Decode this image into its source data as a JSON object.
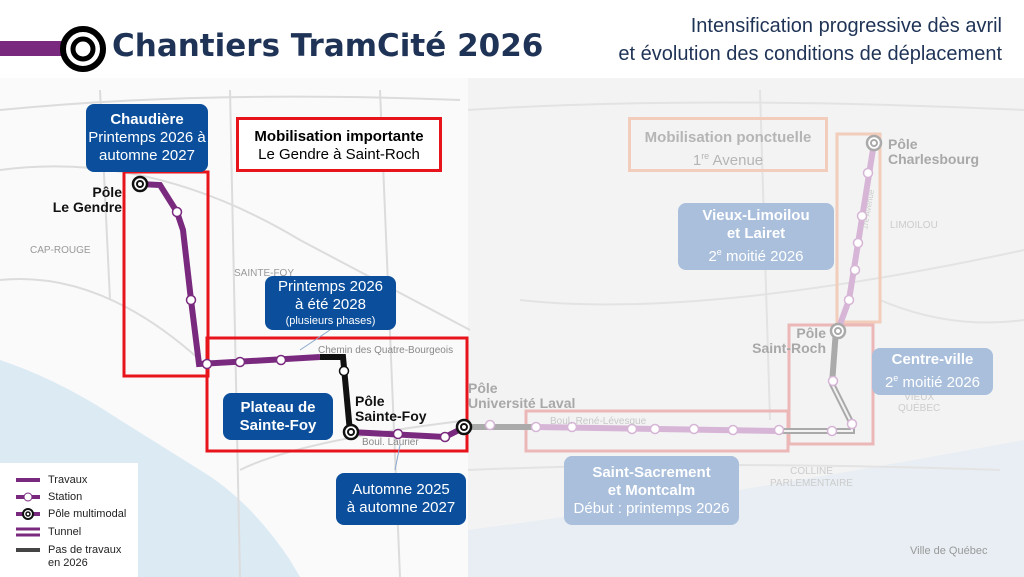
{
  "header": {
    "title": "Chantiers TramCité 2026",
    "subtitle_line1": "Intensification progressive dès avril",
    "subtitle_line2": "et évolution des conditions de déplacement"
  },
  "colors": {
    "travaux": "#7a2a7e",
    "no_work": "#111111",
    "blue_box": "#0b4f9c",
    "red_zone": "#e8141b",
    "faded_box": "#a9bfdc",
    "title": "#1f3356"
  },
  "mobilisation_importante": {
    "title": "Mobilisation importante",
    "subtitle": "Le Gendre à Saint-Roch"
  },
  "mobilisation_ponctuelle": {
    "title": "Mobilisation ponctuelle",
    "subtitle_num": "1",
    "subtitle_sup": "re",
    "subtitle_rest": " Avenue"
  },
  "boxes": {
    "chaudiere": {
      "title": "Chaudière",
      "line2": "Printemps 2026 à",
      "line3": "automne 2027"
    },
    "ete2028": {
      "line1": "Printemps 2026",
      "line2": "à été 2028",
      "line3": "(plusieurs phases)"
    },
    "plateau": {
      "line1": "Plateau de",
      "line2": "Sainte-Foy"
    },
    "automne2025": {
      "line1": "Automne 2025",
      "line2": "à automne 2027"
    },
    "limoilou": {
      "line1": "Vieux-Limoilou",
      "line2": "et Lairet",
      "num": "2",
      "sup": "e",
      "rest": " moitié 2026"
    },
    "centreville": {
      "line1": "Centre-ville",
      "num": "2",
      "sup": "e",
      "rest": " moitié 2026"
    },
    "saintsacrement": {
      "line1": "Saint-Sacrement",
      "line2": "et Montcalm",
      "line3": "Début : printemps 2026"
    }
  },
  "poles": {
    "legendre": [
      "Pôle",
      "Le Gendre"
    ],
    "saintefoy": [
      "Pôle",
      "Sainte-Foy"
    ],
    "universite": [
      "Pôle",
      "Université Laval"
    ],
    "saintroch": [
      "Pôle",
      "Saint-Roch"
    ],
    "charlesbourg": [
      "Pôle",
      "Charlesbourg"
    ]
  },
  "districts": {
    "caprouge": "CAP-ROUGE",
    "saintefoy": "SAINTE-FOY",
    "limoilou": "LIMOILOU",
    "vieuxquebec": [
      "VIEUX",
      "QUÉBEC"
    ],
    "colline": [
      "COLLINE",
      "PARLEMENTAIRE"
    ],
    "ville": "Ville de Québec"
  },
  "roads": {
    "quatre_bourgeois": "Chemin des Quatre-Bourgeois",
    "laurier": "Boul. Laurier",
    "levesque": "Boul. René-Lévesque",
    "avenue1": "1re Avenue"
  },
  "legend": [
    {
      "icon": "travaux-line",
      "label": "Travaux"
    },
    {
      "icon": "station-icon",
      "label": "Station"
    },
    {
      "icon": "pole-multimodal-icon",
      "label": "Pôle multimodal"
    },
    {
      "icon": "tunnel-line",
      "label": "Tunnel"
    },
    {
      "icon": "no-work-line",
      "label": "Pas de travaux"
    },
    {
      "icon": "",
      "label": "en 2026"
    }
  ]
}
